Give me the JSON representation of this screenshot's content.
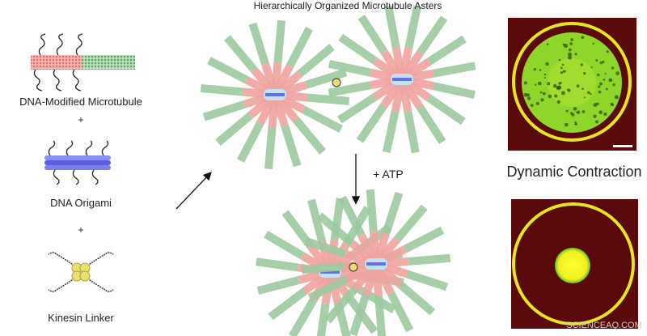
{
  "title": "Hierarchically Organized Microtubule Asters",
  "components": [
    {
      "label": "DNA-Modified Microtubule"
    },
    {
      "label": "DNA Origami"
    },
    {
      "label": "Kinesin Linker"
    }
  ],
  "plus": "+",
  "atp_label": "+ ATP",
  "result_label": "Dynamic Contraction",
  "watermark": "SCIENCEAQ.COM",
  "colors": {
    "microtubule_red": "#f0a3a0",
    "microtubule_green": "#9cc9a0",
    "origami_blue": "#6a6ee8",
    "micrograph_bg": "#5a0a0a",
    "fluorescence_green": "#8fd62a",
    "fluorescence_yellow": "#e6e61e"
  }
}
